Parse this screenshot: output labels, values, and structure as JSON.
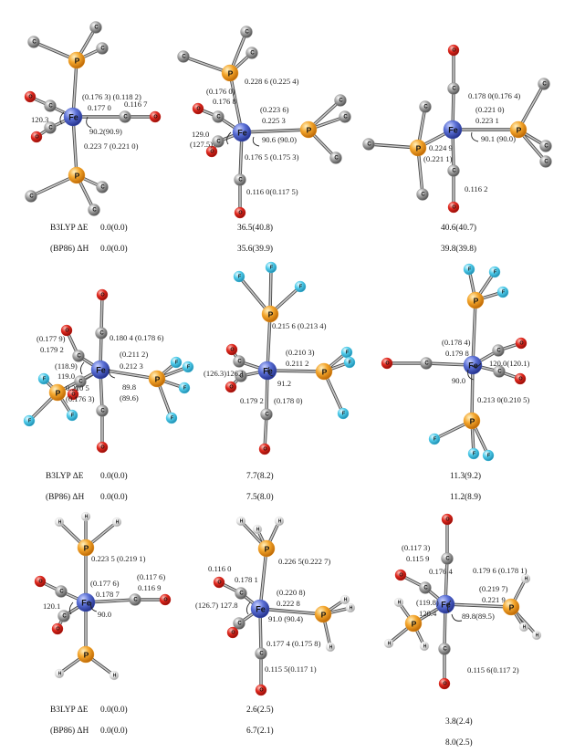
{
  "row_labels": {
    "r1": {
      "method1": "B3LYP ΔE",
      "method2": "(BP86) ΔH"
    },
    "r2": {
      "method1": "B3LYP ΔE",
      "method2": "(BP86) ΔH"
    },
    "r3": {
      "method1": "B3LYP ΔE",
      "method2": "(BP86) ΔH"
    }
  },
  "energies": {
    "m1": [
      "0.0(0.0)",
      "0.0(0.0)"
    ],
    "m2": [
      "36.5(40.8)",
      "35.6(39.9)"
    ],
    "m3": [
      "40.6(40.7)",
      "39.8(39.8)"
    ],
    "m4": [
      "0.0(0.0)",
      "0.0(0.0)"
    ],
    "m5": [
      "7.7(8.2)",
      "7.5(8.0)"
    ],
    "m6": [
      "11.3(9.2)",
      "11.2(8.9)"
    ],
    "m7": [
      "0.0(0.0)",
      "0.0(0.0)"
    ],
    "m8": [
      "2.6(2.5)",
      "6.7(2.1)"
    ],
    "m9": [
      "3.8(2.4)",
      "8.0(2.5)"
    ]
  },
  "atom_symbols": {
    "Fe": "Fe",
    "P": "P",
    "C": "C",
    "O": "O",
    "F": "F",
    "H": "H"
  },
  "atom_colors": {
    "Fe": "#4a5fc1",
    "P": "#f2a12a",
    "C": "#8f8f8f",
    "O": "#d9261c",
    "F": "#49c6e5",
    "H": "#e2e2e2"
  },
  "annotations": {
    "m1": [
      "(0.176 3) (0.118 2)",
      "0.177 0",
      "0.116 7",
      "120.3",
      "90.2(90.9)",
      "0.223 7 (0.221 0)"
    ],
    "m2": [
      "(0.176 0)",
      "0.176 8",
      "0.228 6 (0.225 4)",
      "(0.223 6)",
      "0.225 3",
      "129.0",
      "(127.5)",
      "90.6 (90.0)",
      "0.176 5 (0.175 3)",
      "0.116 0(0.117 5)"
    ],
    "m3": [
      "0.178 0(0.176 4)",
      "(0.221 0)",
      "0.223 1",
      "90.1 (90.0)",
      "0.224 9",
      "(0.221 1)",
      "0.116 2"
    ],
    "m4": [
      "(0.177 9)",
      "0.179 2",
      "0.180 4 (0.178 6)",
      "(0.211 2)",
      "0.212 3",
      "(118.9)",
      "119.0",
      "0.210 5",
      "(0.176 3)",
      "89.8",
      "(89.6)"
    ],
    "m5": [
      "0.215 6 (0.213 4)",
      "(0.210 3)",
      "0.211 2",
      "(126.3)126.1",
      "91.2",
      "0.179 2",
      "(0.178 0)"
    ],
    "m6": [
      "(0.178 4)",
      "0.179 8",
      "120.0(120.1)",
      "90.0",
      "0.213 0(0.210 5)"
    ],
    "m7": [
      "0.223 5 (0.219 1)",
      "(0.177 6)",
      "0.178 7",
      "(0.117 6)",
      "0.116 9",
      "120.1",
      "90.0"
    ],
    "m8": [
      "0.226 5(0.222 7)",
      "0.116 0",
      "0.178 1",
      "(0.220 8)",
      "0.222 8",
      "(126.7) 127.8",
      "91.0 (90.4)",
      "0.177 4 (0.175 8)",
      "0.115 5(0.117 1)"
    ],
    "m9": [
      "(0.117 3)",
      "0.115 9",
      "0.176 4",
      "0.179 6 (0.178 1)",
      "(0.219 7)",
      "0.221 9",
      "(119.8)",
      "120.4",
      "89.8(89.5)",
      "0.115 6(0.117 2)"
    ]
  }
}
